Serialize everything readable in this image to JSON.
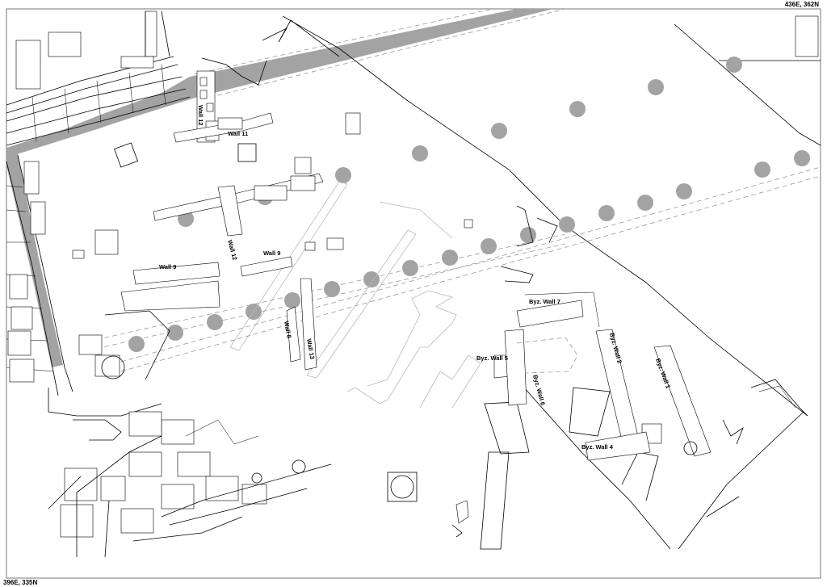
{
  "coordinates": {
    "top_right": "436E, 362N",
    "bottom_left": "396E, 335N"
  },
  "walls": [
    {
      "id": "wall-12-north",
      "label": "Wall 12"
    },
    {
      "id": "wall-11",
      "label": "Wall 11"
    },
    {
      "id": "wall-12-south",
      "label": "Wall 12"
    },
    {
      "id": "wall-9-east",
      "label": "Wall 9"
    },
    {
      "id": "wall-9-west",
      "label": "Wall 9"
    },
    {
      "id": "wall-8",
      "label": "Wall 8"
    },
    {
      "id": "wall-13",
      "label": "Wall 13"
    },
    {
      "id": "byz-wall-7",
      "label": "Byz. Wall 7"
    },
    {
      "id": "byz-wall-5",
      "label": "Byz. Wall 5"
    },
    {
      "id": "byz-wall-6",
      "label": "Byz. Wall 6"
    },
    {
      "id": "byz-wall-2",
      "label": "Byz. Wall 2"
    },
    {
      "id": "byz-wall-1",
      "label": "Byz. Wall 1"
    },
    {
      "id": "byz-wall-4",
      "label": "Byz. Wall 4"
    }
  ],
  "colors": {
    "column": "#a3a3a3",
    "band": "#a3a3a3",
    "ink": "#000000",
    "reconstruction": "#b8b8b8"
  }
}
